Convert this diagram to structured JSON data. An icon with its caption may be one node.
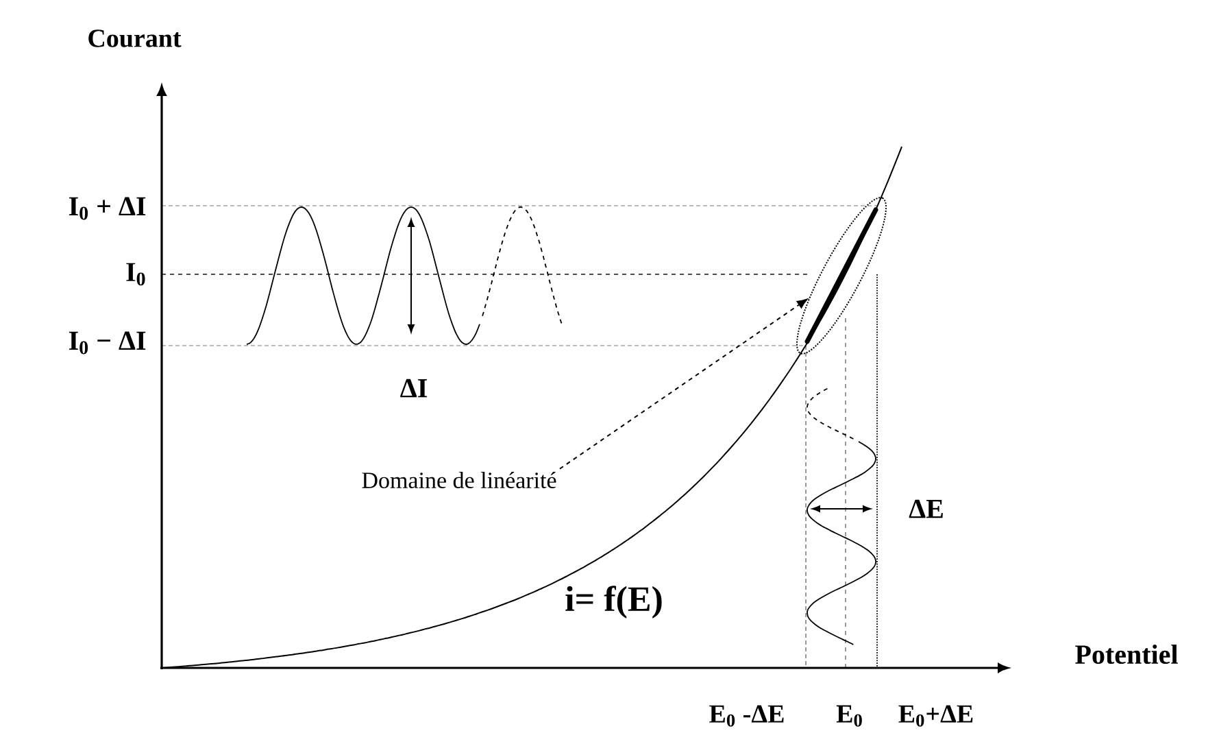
{
  "diagram": {
    "nodes": [
      {
        "text": [
          "Domaine de linéarité"
        ]
      },
      {
        "text": [],
        "shape": "ellipse"
      }
    ],
    "edges": [
      {
        "from": 0,
        "to": 1,
        "arrow": "to",
        "style": "dashed"
      }
    ],
    "labels": [
      "Courant",
      "I$_{0}$ + ΔI",
      "I$_{0}$",
      "I$_{0}$ − ΔI",
      "ΔI",
      "ΔE",
      "i= f(E)",
      "Potentiel",
      "E$_{0}$ -ΔE",
      "E$_{0}$",
      "E$_{0}$+ΔE"
    ]
  }
}
